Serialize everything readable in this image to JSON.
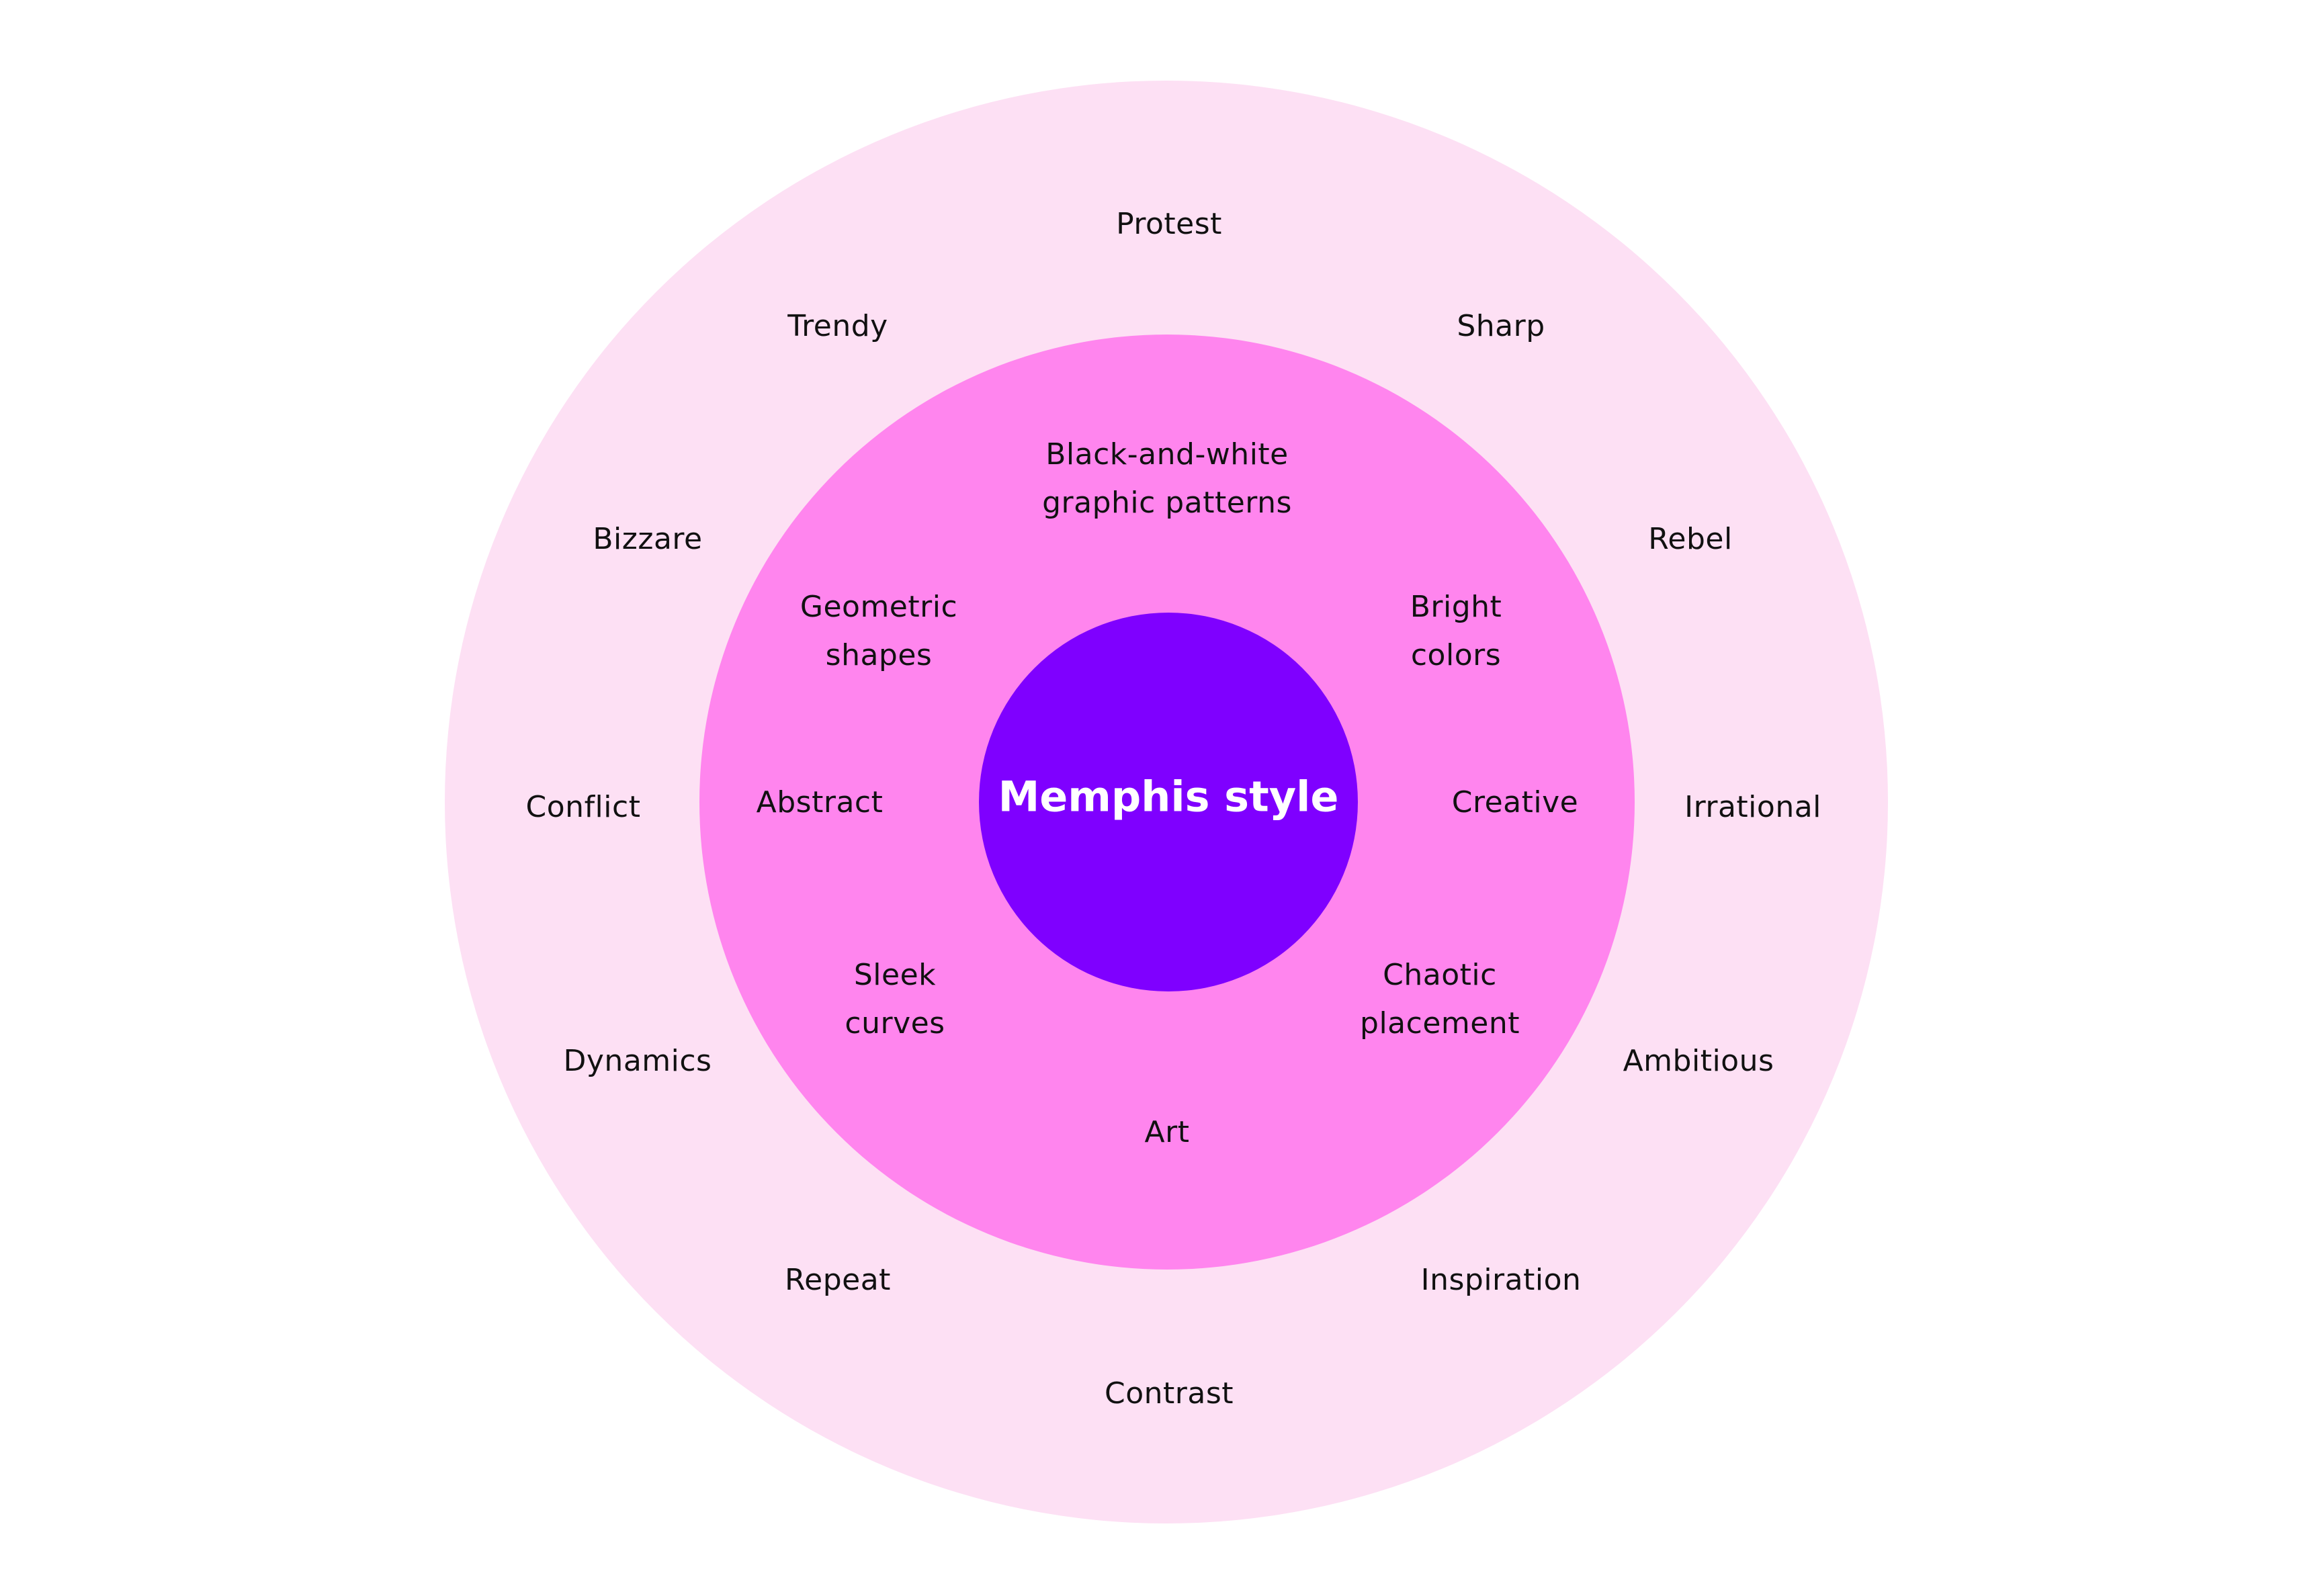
{
  "colors": {
    "outer_ring": "#fde0f4",
    "inner_ring": "#ff85ee",
    "core": "#7f00ff",
    "text": "#111111",
    "center_text": "#ffffff"
  },
  "center": {
    "title": "Memphis style"
  },
  "inner_ring": {
    "labels": [
      "Black-and-white\ngraphic patterns",
      "Bright\ncolors",
      "Creative",
      "Chaotic\nplacement",
      "Art",
      "Sleek\ncurves",
      "Abstract",
      "Geometric\nshapes"
    ]
  },
  "outer_ring": {
    "labels": [
      "Protest",
      "Sharp",
      "Rebel",
      "Irrational",
      "Ambitious",
      "Inspiration",
      "Contrast",
      "Repeat",
      "Dynamics",
      "Conflict",
      "Bizzare",
      "Trendy"
    ]
  }
}
